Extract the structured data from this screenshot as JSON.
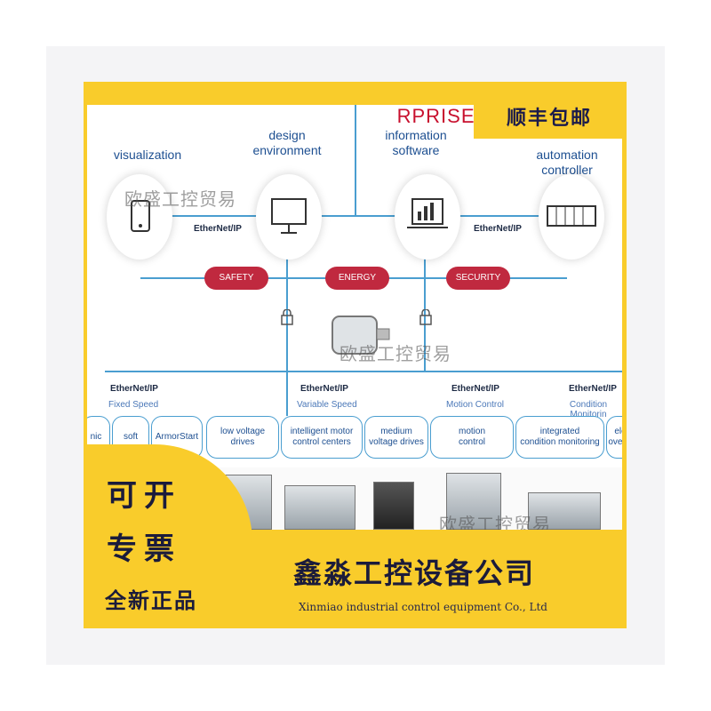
{
  "colors": {
    "accent_yellow": "#f9cc2b",
    "pill_red": "#c0293f",
    "label_blue": "#1d4f91"
  },
  "banner": {
    "text": "RPRISE/INDU"
  },
  "nodes": {
    "visualization": "visualization",
    "design": "design\nenvironment",
    "information": "information\nsoftware",
    "automation": "automation controller"
  },
  "ethernet_label": "EtherNet/IP",
  "pills": [
    "SAFETY",
    "ENERGY",
    "SECURITY"
  ],
  "drive_sections": [
    {
      "label": "EtherNet/IP",
      "sub": "Fixed Speed"
    },
    {
      "label": "EtherNet/IP",
      "sub": "Variable Speed"
    },
    {
      "label": "EtherNet/IP",
      "sub": "Motion Control"
    },
    {
      "label": "EtherNet/IP",
      "sub": "Condition Monitorin"
    }
  ],
  "cards": [
    "nic",
    "soft",
    "ArmorStart",
    "low voltage\ndrives",
    "intelligent motor\ncontrol centers",
    "medium\nvoltage drives",
    "motion\ncontrol",
    "integrated\ncondition monitoring",
    "ele\noverlo"
  ],
  "watermarks": [
    "欧盛工控贸易",
    "欧盛工控贸易",
    "欧盛工控贸易"
  ],
  "promo": {
    "shipping": "顺丰包邮",
    "invoice_line1": "可开",
    "invoice_line2": "专票",
    "invoice_line3": "全新正品",
    "company_cn": "鑫淼工控设备公司",
    "company_en": "Xinmiao industrial control equipment Co., Ltd"
  }
}
